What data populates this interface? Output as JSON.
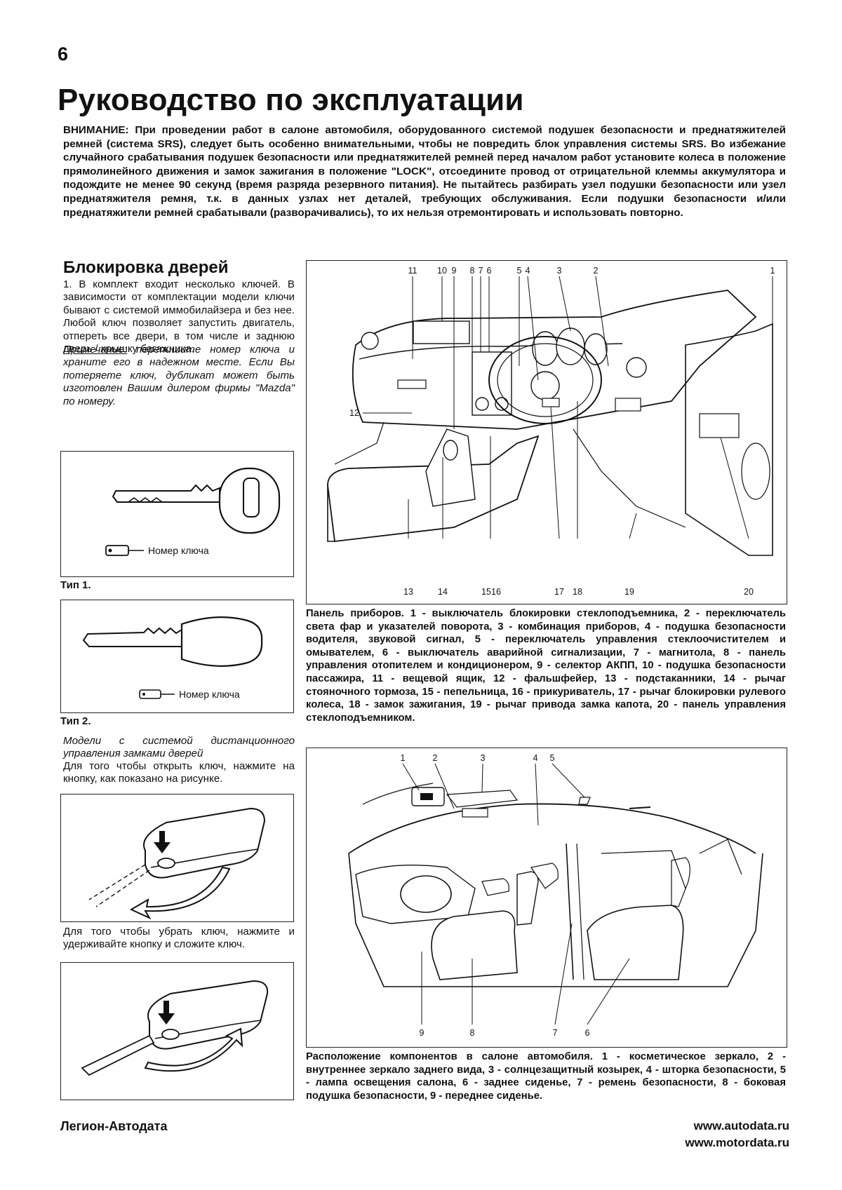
{
  "page_number": "6",
  "title": "Руководство по эксплуатации",
  "warning": {
    "label": "ВНИМАНИЕ:",
    "text": " При проведении работ в салоне автомобиля, оборудованного системой подушек безопасности и преднатяжителей ремней (система SRS), следует быть особенно внимательными, чтобы не повредить блок управления системы SRS. Во избежание случайного срабатывания подушек безопасности или преднатяжителей ремней перед началом работ установите колеса в положение прямолинейного движения и замок зажигания в положение \"LOCK\", отсоедините провод от отрицательной клеммы аккумулятора и подождите не менее 90 секунд (время разряда резервного питания). Не пытайтесь разбирать узел подушки безопасности или узел преднатяжителя ремня, т.к. в данных узлах нет деталей, требующих обслуживания. Если подушки безопасности и/или преднатяжители ремней срабатывали (разворачивались), то их нельзя отремонтировать и использовать повторно."
  },
  "section": {
    "title": "Блокировка дверей",
    "para1": "1. В комплект входит несколько ключей. В зависимости от комплектации модели ключи бывают с системой иммобилайзера и без нее. Любой ключ позволяет запустить двигатель, отпереть все двери, в том числе и заднюю дверь / крышку багажника.",
    "note_label": "Примечание:",
    "note_text": " перепишите номер ключа и храните его в надежном месте. Если Вы потеряете ключ, дубликат может быть изготовлен Вашим дилером фирмы \"Mazda\" по номеру.",
    "key1_label": "Номер ключа",
    "type1": "Тип 1.",
    "key2_label": "Номер ключа",
    "type2": "Тип 2.",
    "remote_heading": "Модели с системой дистанционного управления замками дверей",
    "remote_open": "Для того чтобы открыть ключ, нажмите на кнопку, как показано на рисунке.",
    "remote_close": "Для того чтобы убрать ключ, нажмите и удерживайте кнопку и сложите ключ."
  },
  "fig1": {
    "top_numbers": [
      "11",
      "10",
      "9",
      "8",
      "7",
      "6",
      "5",
      "4",
      "3",
      "2",
      "1"
    ],
    "left_number": "12",
    "bottom_numbers": [
      "13",
      "14",
      "15",
      "16",
      "17",
      "18",
      "19",
      "20"
    ],
    "caption": "Панель приборов. 1 - выключатель блокировки стеклоподъемника, 2 - переключатель света фар и указателей поворота, 3 - комбинация приборов, 4 - подушка безопасности водителя, звуковой сигнал, 5 - переключатель управления стеклоочистителем и омывателем, 6 - выключатель аварийной сигнализации, 7 - магнитола, 8 - панель управления отопителем и кондиционером, 9 - селектор АКПП, 10 - подушка безопасности пассажира, 11 - вещевой ящик, 12 - фальшфейер, 13 - подстаканники, 14 - рычаг стояночного тормоза, 15 - пепельница, 16 - прикуриватель, 17 - рычаг блокировки рулевого колеса, 18 - замок зажигания, 19 - рычаг привода замка капота, 20 - панель управления стеклоподъемником."
  },
  "fig2": {
    "top_numbers": [
      "1",
      "2",
      "3",
      "4",
      "5"
    ],
    "bottom_numbers": [
      "9",
      "8",
      "7",
      "6"
    ],
    "caption": "Расположение компонентов в салоне автомобиля. 1 - косметическое зеркало, 2 - внутреннее зеркало заднего вида, 3 - солнцезащитный козырек, 4 - шторка безопасности, 5 - лампа освещения салона, 6 - заднее сиденье, 7 - ремень безопасности, 8 - боковая подушка безопасности, 9 - переднее сиденье."
  },
  "footer": {
    "publisher": "Легион-Автодата",
    "url1": "www.autodata.ru",
    "url2": "www.motordata.ru"
  }
}
